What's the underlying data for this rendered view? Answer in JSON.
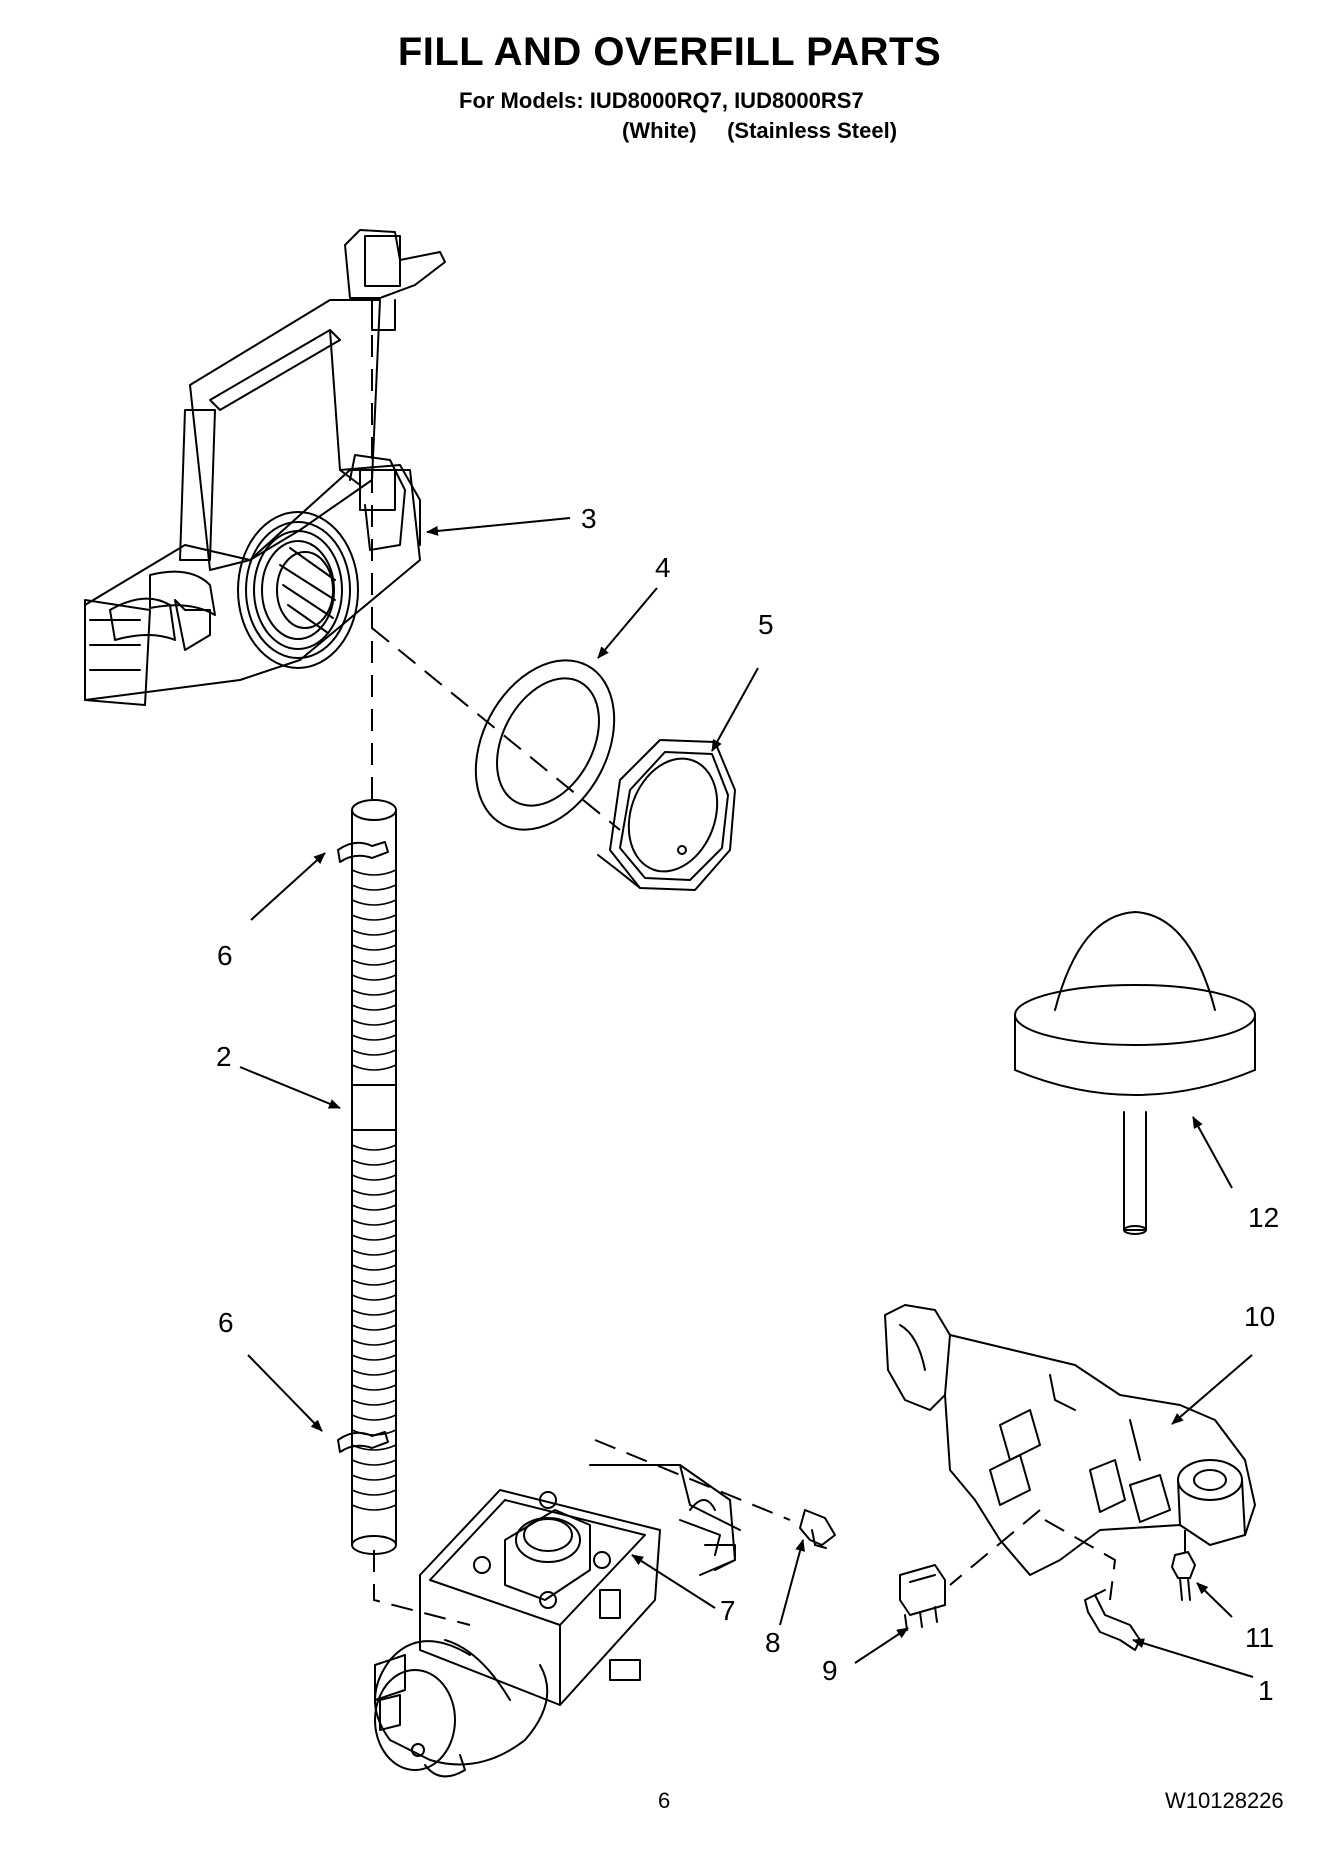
{
  "header": {
    "title": "FILL AND OVERFILL PARTS",
    "models_line": "For Models: IUD8000RQ7, IUD8000RS7",
    "variants_line": "(White)     (Stainless Steel)"
  },
  "callouts": [
    {
      "id": "callout-3",
      "label": "3"
    },
    {
      "id": "callout-4",
      "label": "4"
    },
    {
      "id": "callout-5",
      "label": "5"
    },
    {
      "id": "callout-6-top",
      "label": "6"
    },
    {
      "id": "callout-2",
      "label": "2"
    },
    {
      "id": "callout-12",
      "label": "12"
    },
    {
      "id": "callout-10",
      "label": "10"
    },
    {
      "id": "callout-6-bottom",
      "label": "6"
    },
    {
      "id": "callout-7",
      "label": "7"
    },
    {
      "id": "callout-8",
      "label": "8"
    },
    {
      "id": "callout-9",
      "label": "9"
    },
    {
      "id": "callout-11",
      "label": "11"
    },
    {
      "id": "callout-1",
      "label": "1"
    }
  ],
  "footer": {
    "page_number": "6",
    "document_number": "W10128226"
  }
}
